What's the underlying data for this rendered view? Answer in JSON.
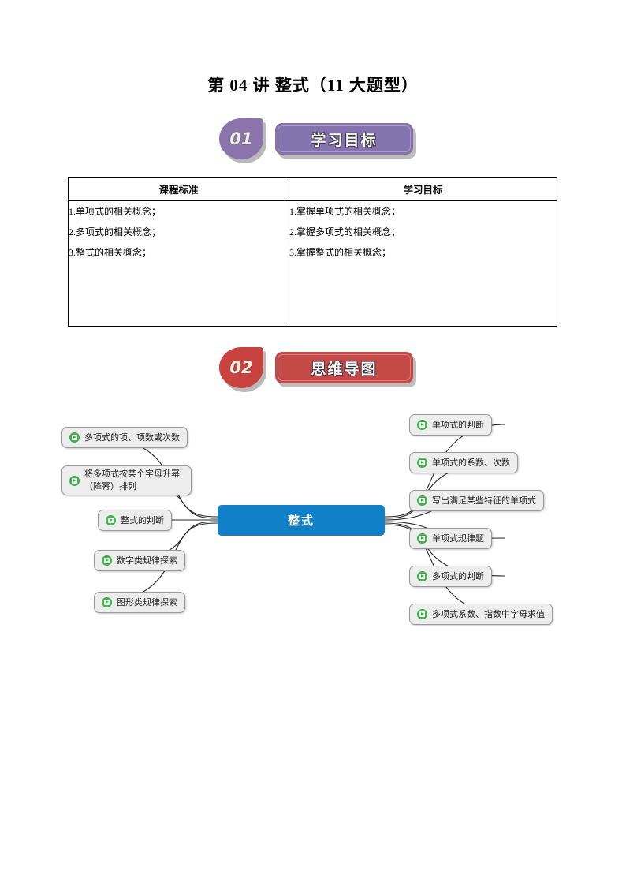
{
  "document": {
    "title": "第 04 讲 整式（11 大题型）"
  },
  "sections": [
    {
      "number": "01",
      "banner_label": "学习目标",
      "badge_color": "#8b73ab",
      "banner_color": "#8573ad"
    },
    {
      "number": "02",
      "banner_label": "思维导图",
      "badge_color": "#c8423f",
      "banner_color": "#c34a46"
    }
  ],
  "objectives_table": {
    "headers": [
      "课程标准",
      "学习目标"
    ],
    "columns": [
      [
        "1.单项式的相关概念；",
        "2.多项式的相关概念；",
        "3.整式的相关概念；"
      ],
      [
        "1.掌握单项式的相关概念；",
        "2.掌握多项式的相关概念；",
        "3.掌握整式的相关概念；"
      ]
    ]
  },
  "mindmap": {
    "center": {
      "label": "整式",
      "color": "#1280c8"
    },
    "node_icon": "play-circle-icon",
    "left_nodes": [
      {
        "label": "多项式的项、项数或次数"
      },
      {
        "label": "将多项式按某个字母升幂（降幂）排列"
      },
      {
        "label": "整式的判断"
      },
      {
        "label": "数字类规律探索"
      },
      {
        "label": "图形类规律探索"
      }
    ],
    "right_nodes": [
      {
        "label": "单项式的判断"
      },
      {
        "label": "单项式的系数、次数"
      },
      {
        "label": "写出满足某些特征的单项式"
      },
      {
        "label": "单项式规律题"
      },
      {
        "label": "多项式的判断"
      },
      {
        "label": "多项式系数、指数中字母求值"
      }
    ]
  }
}
